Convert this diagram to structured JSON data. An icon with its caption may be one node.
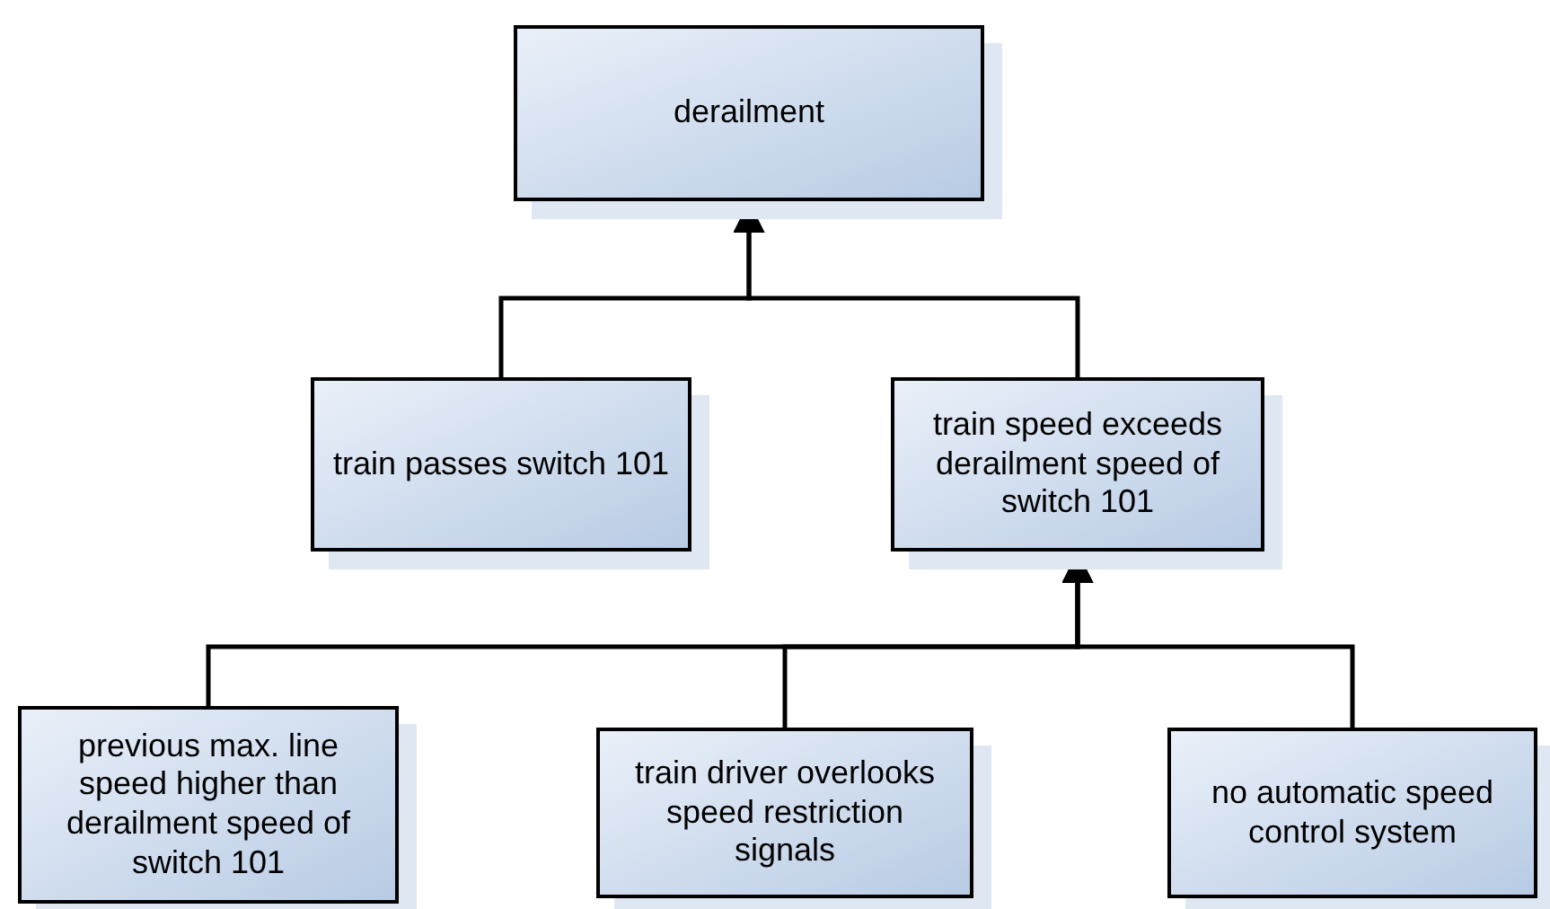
{
  "diagram": {
    "nodes": [
      {
        "text": [
          "derailment"
        ]
      },
      {
        "text": [
          "train passes switch 101"
        ]
      },
      {
        "text": [
          "train speed exceeds derailment speed of switch 101"
        ]
      },
      {
        "text": [
          "previous max. line speed higher than derailment speed of switch 101"
        ]
      },
      {
        "text": [
          "train driver overlooks speed restriction signals"
        ]
      },
      {
        "text": [
          "no automatic speed control system"
        ]
      }
    ],
    "edges": [
      {
        "from": 1,
        "to": 0,
        "arrow": "to"
      },
      {
        "from": 2,
        "to": 0,
        "arrow": "to"
      },
      {
        "from": 3,
        "to": 2,
        "arrow": "to"
      },
      {
        "from": 4,
        "to": 2,
        "arrow": "to"
      },
      {
        "from": 5,
        "to": 2,
        "arrow": "to"
      }
    ]
  }
}
